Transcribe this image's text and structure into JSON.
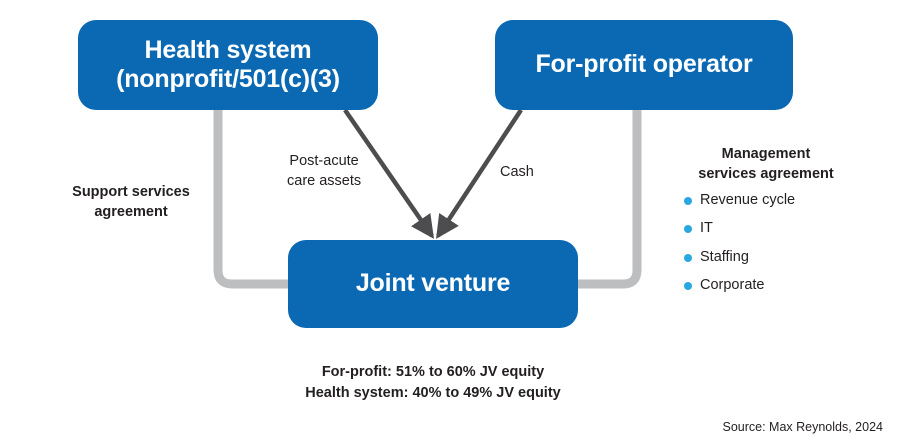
{
  "diagram": {
    "nodes": {
      "health_system": "Health system\n(nonprofit/501(c)(3)",
      "for_profit_operator": "For-profit operator",
      "joint_venture": "Joint venture"
    },
    "edge_labels": {
      "post_acute": "Post-acute\ncare assets",
      "cash": "Cash",
      "support_services": "Support services\nagreement"
    },
    "management_services": {
      "title": "Management\nservices agreement",
      "items": [
        "Revenue cycle",
        "IT",
        "Staffing",
        "Corporate"
      ]
    },
    "equity_note": "For-profit: 51% to 60% JV equity\nHealth system: 40% to 49% JV equity",
    "source": "Source: Max Reynolds, 2024",
    "colors": {
      "node_blue": "#0a69b2",
      "connector_gray": "#bcbec0",
      "arrow_gray": "#4d4d4f",
      "bullet_cyan": "#29a8e0",
      "text_dark": "#231f20",
      "background": "#ffffff"
    }
  }
}
